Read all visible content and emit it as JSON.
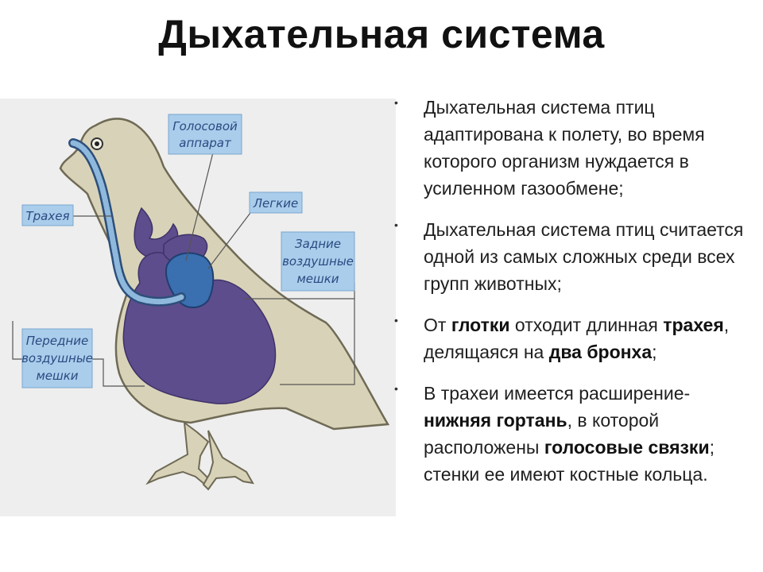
{
  "title": "Дыхательная система",
  "diagram": {
    "labels": {
      "voice_1": "Голосовой",
      "voice_2": "аппарат",
      "lungs": "Легкие",
      "trachea": "Трахея",
      "rear_1": "Задние",
      "rear_2": "воздушные",
      "rear_3": "мешки",
      "front_1": "Передние",
      "front_2": "воздушные",
      "front_3": "мешки"
    },
    "colors": {
      "body": "#d8d3b8",
      "sacs": "#5e4d8c",
      "lung": "#3a6fb0",
      "trachea": "#8fb8dd",
      "label_bg": "#a9cdeb"
    }
  },
  "bullets": [
    {
      "text": "Дыхательная система птиц адаптирована к полету, во время которого организм нуждается в усиленном газообмене;"
    },
    {
      "text": "Дыхательная система птиц считается одной из самых сложных среди всех групп животных;"
    },
    {
      "p1": "От ",
      "b1": "глотки",
      "p2": " отходит длинная ",
      "b2": "трахея",
      "p3": ", делящаяся на ",
      "b3": "два бронха",
      "p4": ";"
    },
    {
      "p1": "В трахеи имеется расширение- ",
      "b1": "нижняя  гортань",
      "p2": ", в которой расположены ",
      "b2": "голосовые связки",
      "p3": "; стенки ее имеют костные кольца."
    }
  ]
}
